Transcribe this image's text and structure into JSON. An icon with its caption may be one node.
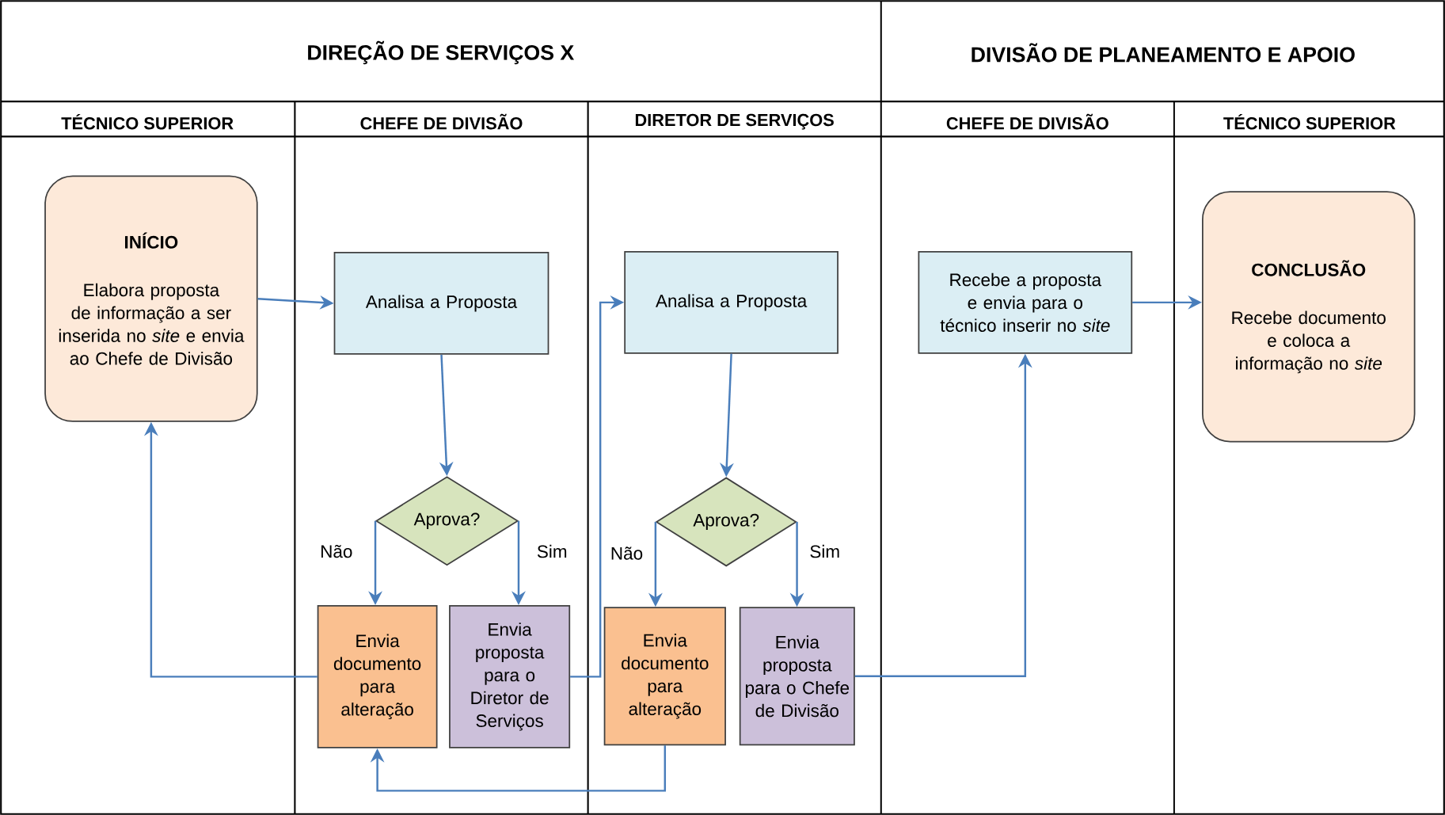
{
  "diagram": {
    "nodes": [
      {
        "text": [
          "INÍCIO",
          "Elabora proposta de informação a ser inserida no *site* e envia ao Chefe de Divisão"
        ]
      },
      {
        "text": [
          "Analisa a Proposta"
        ]
      },
      {
        "text": [
          "Aprova?"
        ]
      },
      {
        "text": [
          "Envia documento para alteração"
        ]
      },
      {
        "text": [
          "Envia proposta para o Diretor de Serviços"
        ]
      },
      {
        "text": [
          "Analisa a Proposta"
        ]
      },
      {
        "text": [
          "Aprova?"
        ]
      },
      {
        "text": [
          "Envia documento para alteração"
        ]
      },
      {
        "text": [
          "Envia proposta para o Chefe de Divisão"
        ]
      },
      {
        "text": [
          "Recebe a proposta e envia para o técnico inserir no *site*"
        ]
      },
      {
        "text": [
          "CONCLUSÃO",
          "Recebe documento e coloca a informação no *site*"
        ]
      }
    ],
    "edges": [
      {
        "from": 0,
        "to": 1,
        "arrow": "to"
      },
      {
        "from": 1,
        "to": 2,
        "arrow": "to"
      },
      {
        "from": 2,
        "to": 3,
        "arrow": "to",
        "label": "Não"
      },
      {
        "from": 2,
        "to": 4,
        "arrow": "to",
        "label": "Sim"
      },
      {
        "from": 3,
        "to": 0,
        "arrow": "to"
      },
      {
        "from": 4,
        "to": 5,
        "arrow": "to"
      },
      {
        "from": 5,
        "to": 6,
        "arrow": "to"
      },
      {
        "from": 6,
        "to": 7,
        "arrow": "to",
        "label": "Não"
      },
      {
        "from": 6,
        "to": 8,
        "arrow": "to",
        "label": "Sim"
      },
      {
        "from": 7,
        "to": 3,
        "arrow": "to"
      },
      {
        "from": 8,
        "to": 9,
        "arrow": "to"
      },
      {
        "from": 9,
        "to": 10,
        "arrow": "to"
      }
    ],
    "labels": [
      "DIREÇÃO DE SERVIÇOS X",
      "DIVISÃO DE PLANEAMENTO E APOIO",
      "TÉCNICO SUPERIOR",
      "CHEFE DE DIVISÃO",
      "DIRETOR DE SERVIÇOS",
      "CHEFE DE DIVISÃO",
      "TÉCNICO SUPERIOR"
    ]
  }
}
